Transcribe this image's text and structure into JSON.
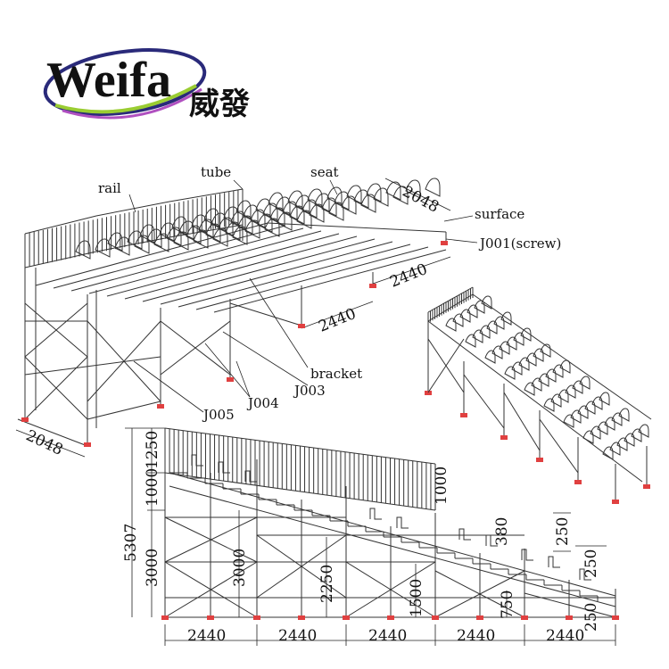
{
  "logo": {
    "brand": "Weifa",
    "chinese": "威發",
    "colors": {
      "ring_outer": "#2a2a7a",
      "ring_green": "#9acd32",
      "ring_purple": "#b050c0"
    }
  },
  "labels": {
    "rail": "rail",
    "tube": "tube",
    "seat": "seat",
    "surface": "surface",
    "j001": "J001(screw)",
    "bracket": "bracket",
    "j003": "J003",
    "j004": "J004",
    "j005": "J005"
  },
  "iso_dims": {
    "top_depth": "2048",
    "bay_right": "2440",
    "bay_mid": "2440",
    "bottom_depth": "2048"
  },
  "elevation_dims": {
    "total_height": "5307",
    "rail_height": "1250",
    "step_1000_left": "1000",
    "base_3000_left": "3000",
    "col_3000": "3000",
    "col_2250": "2250",
    "col_1500": "1500",
    "col_750": "750",
    "rail_1000_right": "1000",
    "seat_380": "380",
    "seat_250_a": "250",
    "seat_250_b": "250",
    "bottom_250": "250",
    "bays": [
      "2440",
      "2440",
      "2440",
      "2440",
      "2440"
    ]
  },
  "colors": {
    "foot": "#e04040",
    "line": "#333333"
  }
}
